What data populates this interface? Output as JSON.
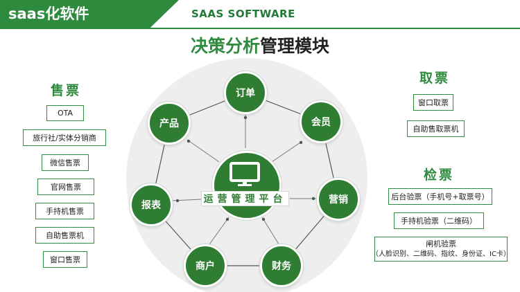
{
  "header": {
    "tab_title": "saas化软件",
    "subtitle": "SAAS SOFTWARE"
  },
  "main_title": {
    "accent": "决策分析",
    "rest": "管理模块"
  },
  "left_panel": {
    "title": "售票",
    "items": [
      "OTA",
      "旅行社/实体分销商",
      "微信售票",
      "官网售票",
      "手持机售票",
      "自助售票机",
      "窗口售票"
    ]
  },
  "right_panel_top": {
    "title": "取票",
    "items": [
      "窗口取票",
      "自助售取票机"
    ]
  },
  "right_panel_bottom": {
    "title": "检票",
    "items": [
      "后台验票（手机号+取票号）",
      "手持机验票（二维码）"
    ],
    "multi_item": {
      "line1": "闸机验票",
      "line2": "（人脸识别、二维码、指纹、身份证、IC卡）"
    }
  },
  "diagram": {
    "center_label": "运营管理平台",
    "center_icon": "monitor-icon",
    "nodes": {
      "order": "订单",
      "product": "产品",
      "member": "会员",
      "report": "报表",
      "marketing": "营销",
      "merchant": "商户",
      "finance": "财务"
    }
  },
  "colors": {
    "primary_green": "#2e8b3e",
    "node_green": "#2e7d32",
    "background_circle": "#eeeeee"
  }
}
